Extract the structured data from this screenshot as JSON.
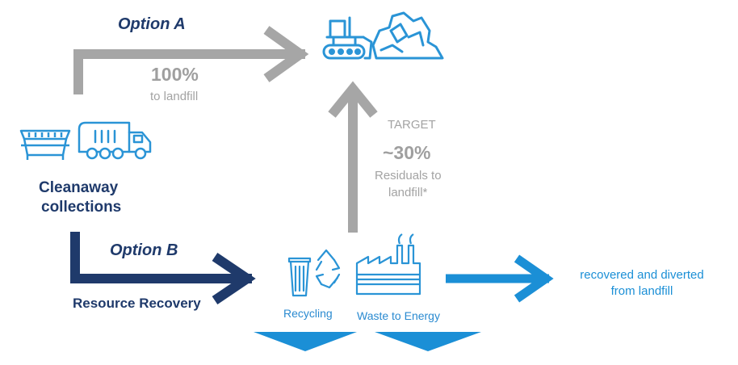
{
  "colors": {
    "gray": "#a6a6a6",
    "navy": "#1f3a6b",
    "blue": "#1b8fd6",
    "icon_blue": "#2a94d6"
  },
  "option_a": {
    "label": "Option A",
    "percent": "100%",
    "note": "to landfill"
  },
  "target": {
    "label": "TARGET",
    "percent": "~30%",
    "note_line1": "Residuals to",
    "note_line2": "landfill*"
  },
  "collections": {
    "line1": "Cleanaway",
    "line2": "collections"
  },
  "option_b": {
    "label": "Option B",
    "caption": "Resource Recovery"
  },
  "facilities": {
    "recycling": "Recycling",
    "waste_to_energy": "Waste to Energy"
  },
  "outcome": {
    "line1": "recovered and diverted",
    "line2": "from landfill"
  },
  "icons": [
    "landfill-bulldozer-icon",
    "dumpster-bin-icon",
    "garbage-truck-icon",
    "recycling-bin-icon",
    "factory-icon"
  ]
}
